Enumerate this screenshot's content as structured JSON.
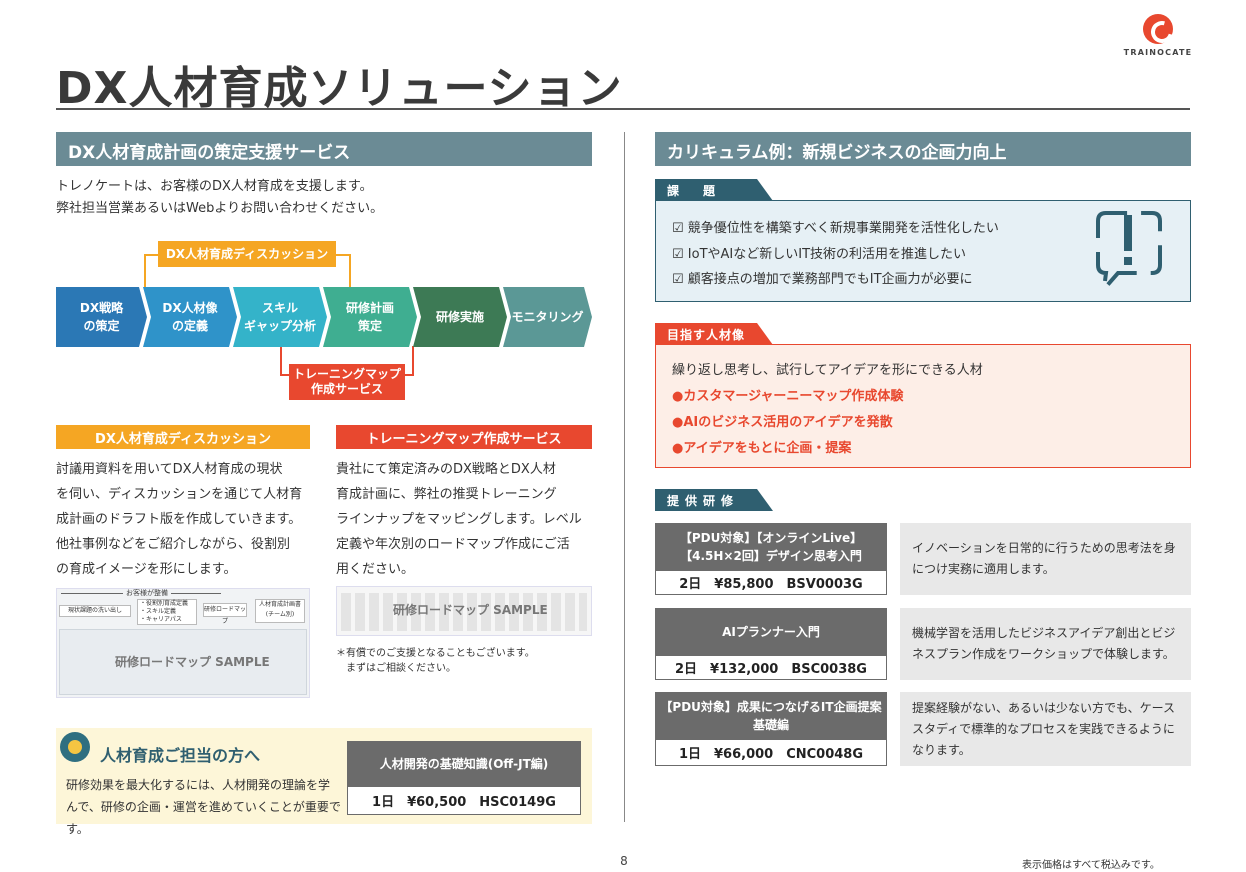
{
  "header": {
    "title": "DX人材育成ソリューション",
    "logo_text": "TRAINOCATE"
  },
  "left": {
    "section_title": "DX人材育成計画の策定支援サービス",
    "intro_lines": [
      "トレノケートは、お客様のDX人材育成を支援します。",
      "弊社担当営業あるいはWebよりお問い合わせください。"
    ],
    "flow": {
      "top_tag": "DX人材育成ディスカッション",
      "bottom_tag": "トレーニングマップ\n作成サービス",
      "steps": [
        {
          "label": "DX戦略\nの策定",
          "color": "#2b78b5"
        },
        {
          "label": "DX人材像\nの定義",
          "color": "#2f93c9"
        },
        {
          "label": "スキル\nギャップ分析",
          "color": "#34b3c9"
        },
        {
          "label": "研修計画\n策定",
          "color": "#3fae91"
        },
        {
          "label": "研修実施",
          "color": "#3d7a55"
        },
        {
          "label": "モニタリング",
          "color": "#5b9896"
        }
      ]
    },
    "discussion": {
      "title": "DX人材育成ディスカッション",
      "lines": [
        "討議用資料を用いてDX人材育成の現状",
        "を伺い、ディスカッションを通じて人材育",
        "成計画のドラフト版を作成していきます。",
        "他社事例などをご紹介しながら、役割別",
        "の育成イメージを形にします。"
      ],
      "sample_caption": "研修ロードマップ SAMPLE",
      "sample_bits": {
        "arrow_label": "お客様が整備",
        "box1": "現状課題の洗い出し",
        "box2": "・役割別育成定義\n・スキル定義\n・キャリアパス",
        "box3": "研修ロードマップ",
        "box4": "人材育成計画書\n(チーム別)"
      }
    },
    "training_map": {
      "title": "トレーニングマップ作成サービス",
      "lines": [
        "貴社にて策定済みのDX戦略とDX人材",
        "育成計画に、弊社の推奨トレーニング",
        "ラインナップをマッピングします。レベル",
        "定義や年次別のロードマップ作成にご活",
        "用ください。"
      ],
      "sample_caption": "研修ロードマップ SAMPLE",
      "notes": [
        "＊有償でのご支援となることもございます。",
        "　まずはご相談ください。"
      ]
    },
    "person": {
      "title": "人材育成ご担当の方へ",
      "lines": [
        "研修効果を最大化するには、人材開発の理論を学",
        "んで、研修の企画・運営を進めていくことが重要です。"
      ],
      "course_title": "人材開発の基礎知識(Off-JT編)",
      "course_info": "1日　¥60,500　HSC0149G"
    }
  },
  "right": {
    "section_title": "カリキュラム例：新規ビジネスの企画力向上",
    "issue": {
      "label": "課　題",
      "items": [
        "☑ 競争優位性を構築すべく新規事業開発を活性化したい",
        "☑ IoTやAIなど新しいIT技術の利活用を推進したい",
        "☑ 顧客接点の増加で業務部門でもIT企画力が必要に"
      ]
    },
    "target": {
      "label": "目指す人材像",
      "lead": "繰り返し思考し、試行してアイデアを形にできる人材",
      "points": [
        "●カスタマージャーニーマップ作成体験",
        "●AIのビジネス活用のアイデアを発散",
        "●アイデアをもとに企画・提案"
      ]
    },
    "courses": {
      "label": "提供研修",
      "items": [
        {
          "title": "【PDU対象】【オンラインLive】\n【4.5H×2回】デザイン思考入門",
          "info": "2日　¥85,800　BSV0003G",
          "desc": "イノベーションを日常的に行うための思考法を身\nにつけ実務に適用します。"
        },
        {
          "title": "AIプランナー入門",
          "info": "2日　¥132,000　BSC0038G",
          "desc": "機械学習を活用したビジネスアイデア創出とビジ\nネスプラン作成をワークショップで体験します。"
        },
        {
          "title": "【PDU対象】成果につなげるIT企画提案\n基礎編",
          "info": "1日　¥66,000　CNC0048G",
          "desc": "提案経験がない、あるいは少ない方でも、ケース\nスタディで標準的なプロセスを実践できるように\nなります。"
        }
      ]
    }
  },
  "footer": {
    "page_number": "8",
    "note": "表示価格はすべて税込みです。"
  }
}
